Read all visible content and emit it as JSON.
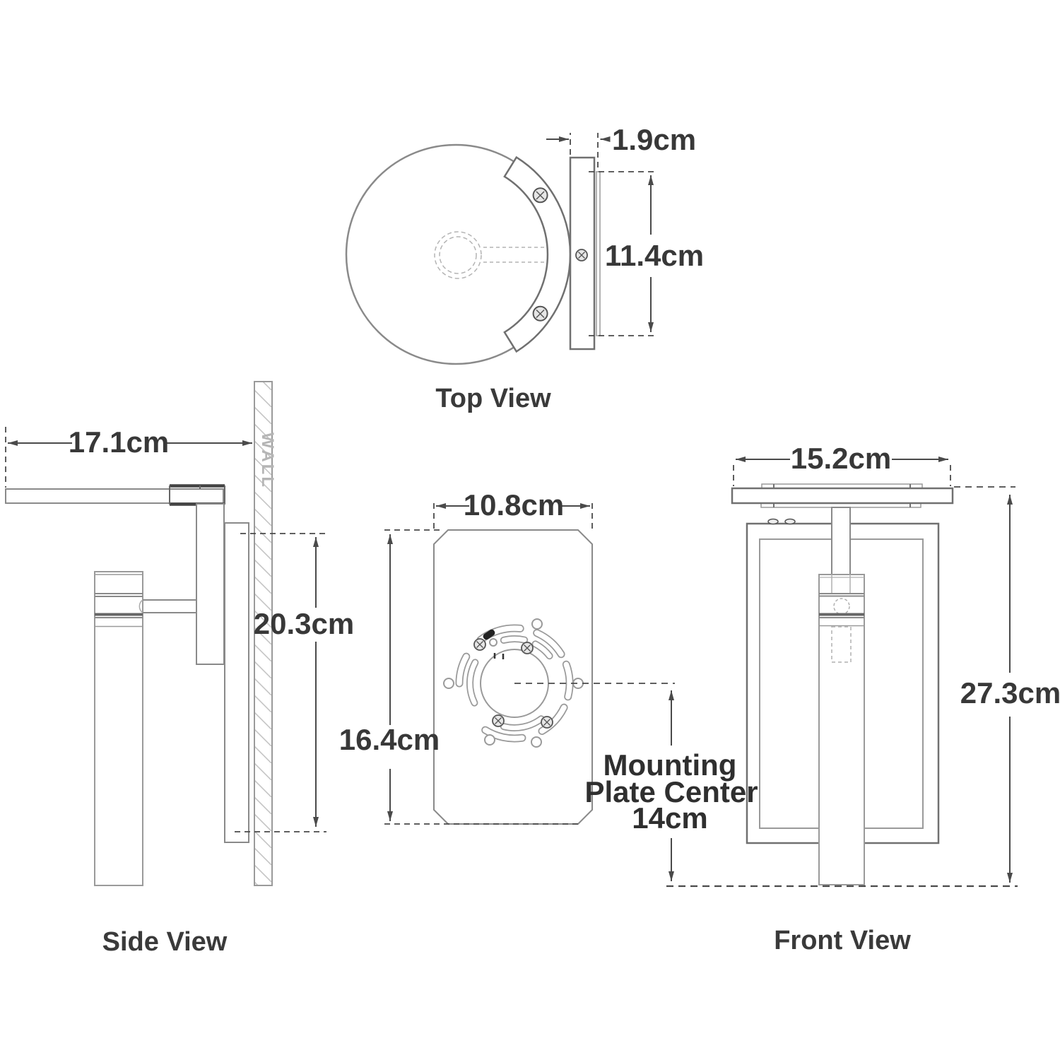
{
  "colors": {
    "background": "#ffffff",
    "outline": "#8a8a8a",
    "outline_dark": "#707070",
    "dimension": "#4a4a4a",
    "label_text": "#383838",
    "wall_text": "#b5b5b5"
  },
  "top_view": {
    "title": "Top View",
    "dim_depth": "1.9cm",
    "dim_height": "11.4cm"
  },
  "side_view": {
    "title": "Side View",
    "dim_extension": "17.1cm",
    "dim_height": "20.3cm",
    "wall_label": "WALL"
  },
  "mounting_plate": {
    "dim_width": "10.8cm",
    "dim_height": "16.4cm",
    "note_line1": "Mounting",
    "note_line2": "Plate Center",
    "note_line3": "14cm"
  },
  "front_view": {
    "title": "Front View",
    "dim_width": "15.2cm",
    "dim_height": "27.3cm"
  }
}
